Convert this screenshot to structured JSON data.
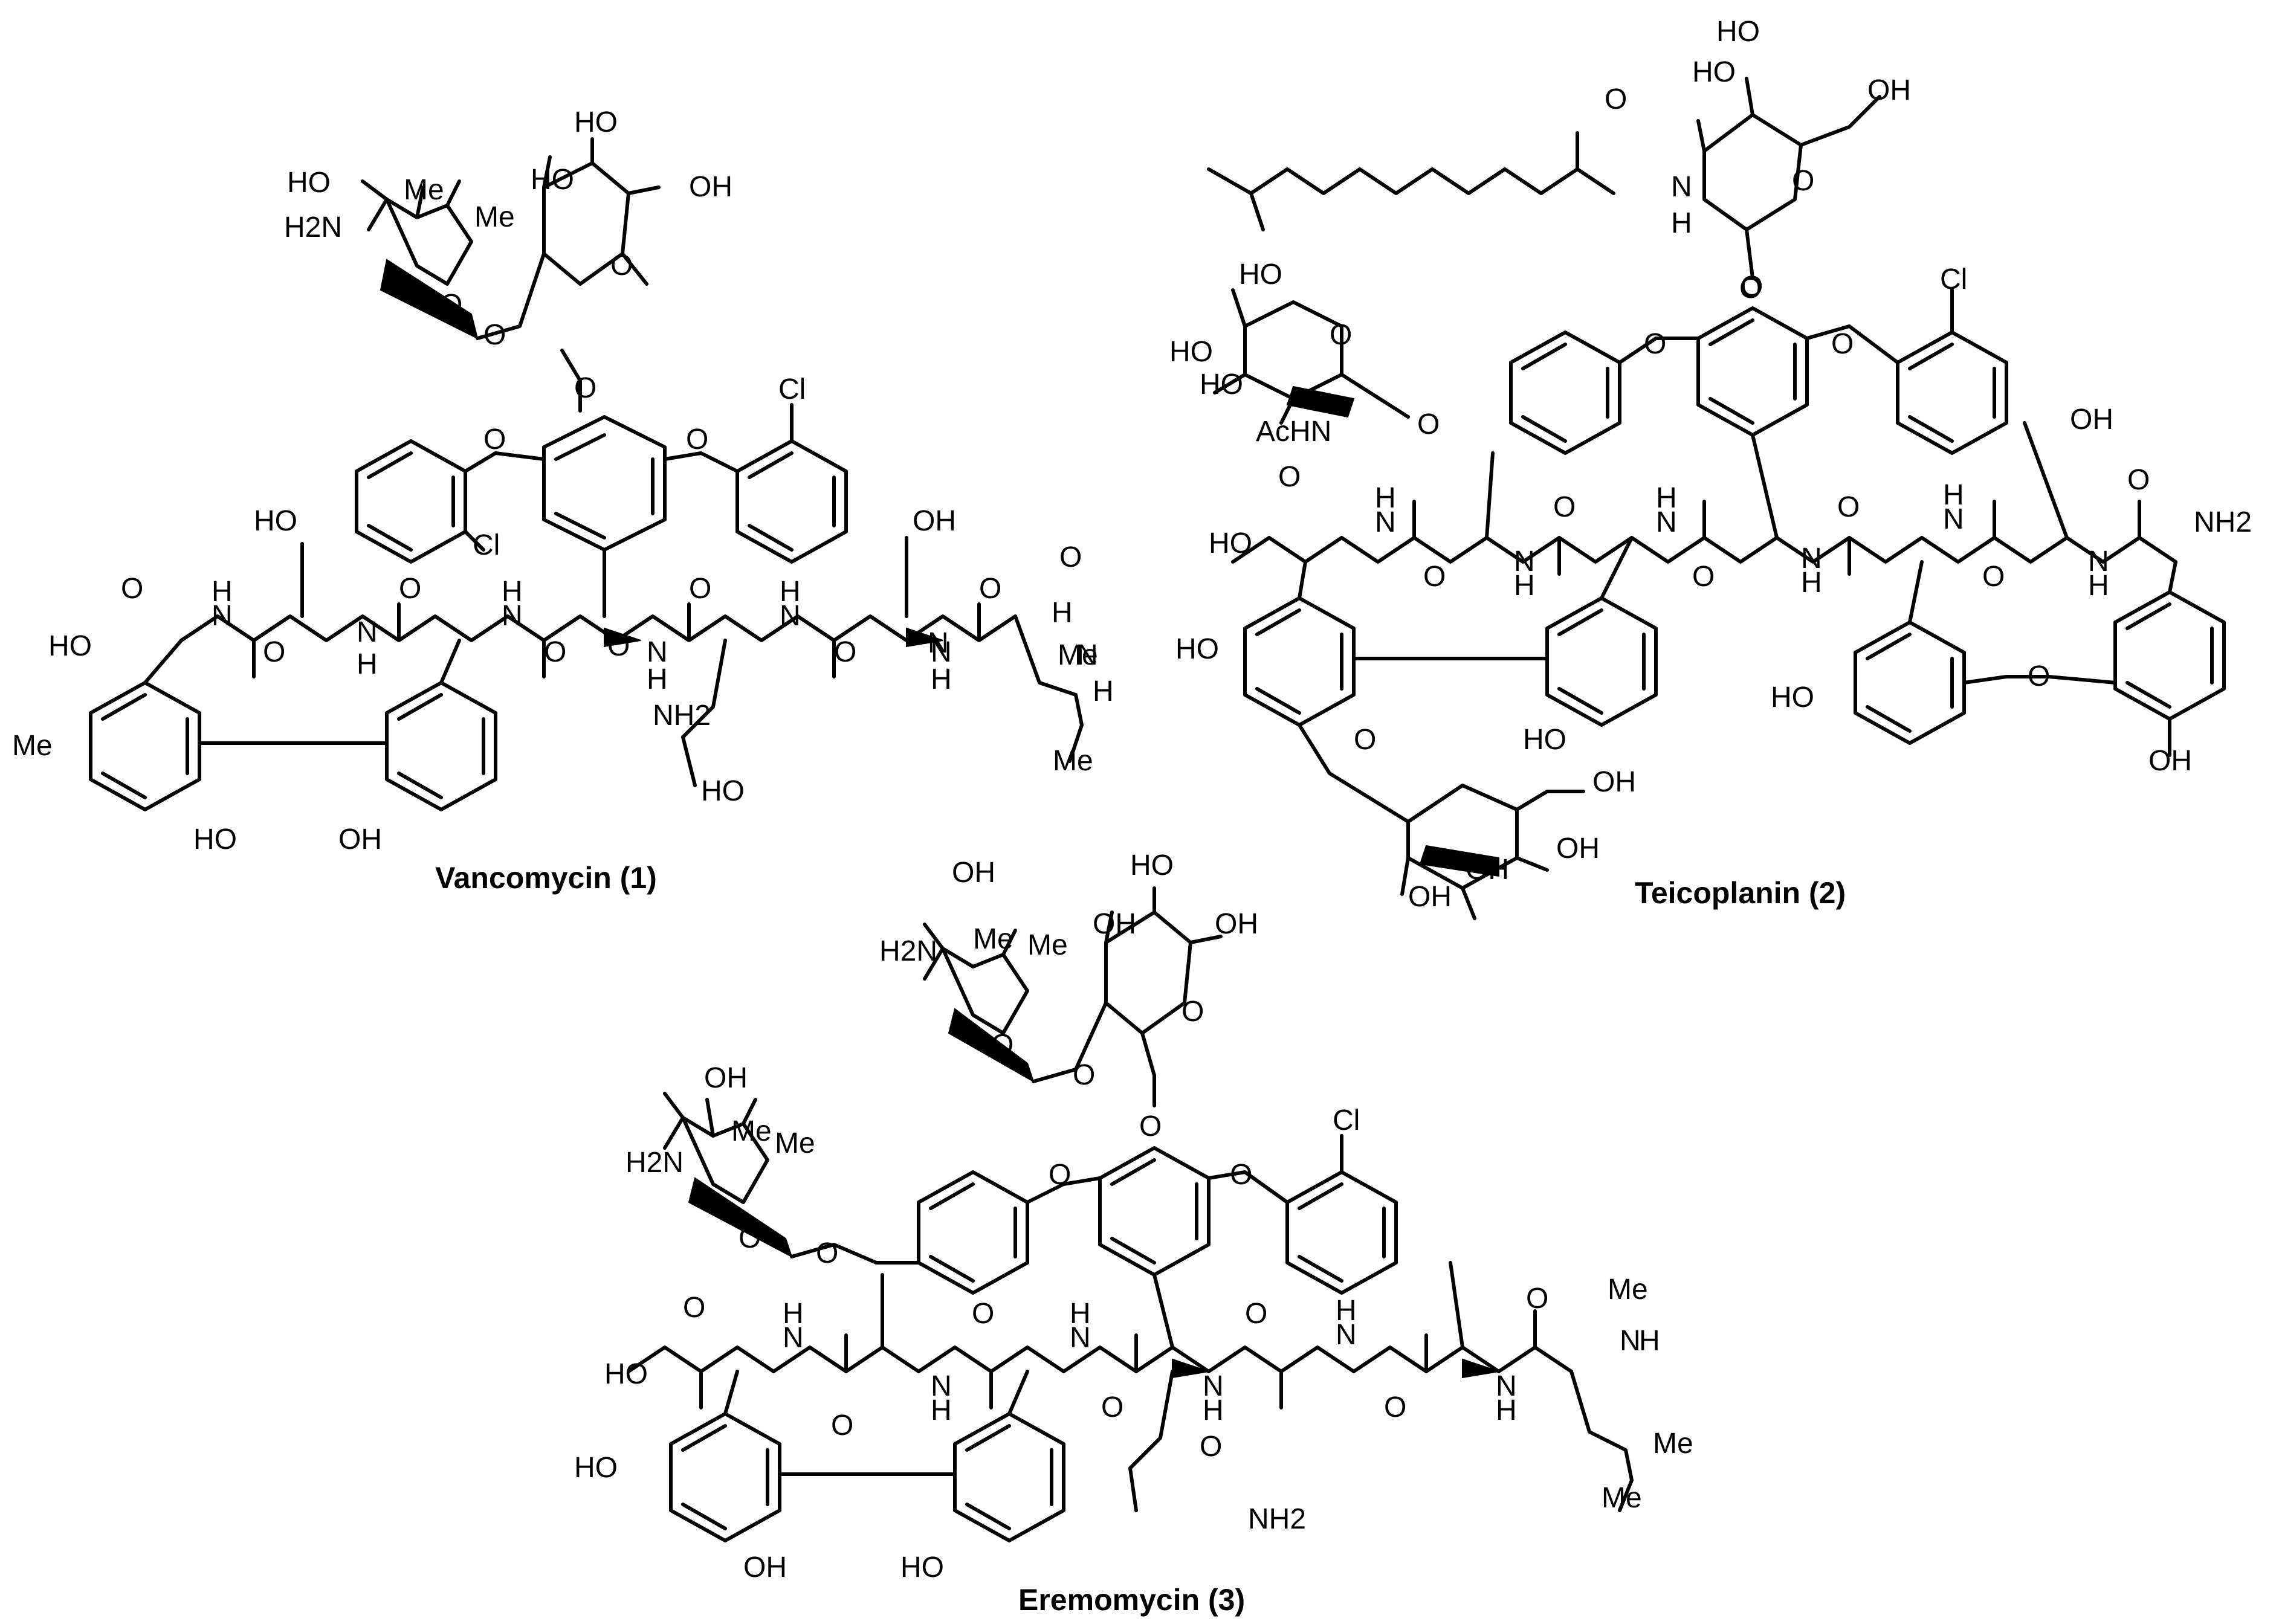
{
  "compounds": [
    {
      "title": "Vancomycin (1)",
      "atom_labels": [
        "HO",
        "Me",
        "Me",
        "H2N",
        "HO",
        "OH",
        "HO",
        "O",
        "O",
        "O",
        "O",
        "O",
        "O",
        "Cl",
        "HO",
        "OH",
        "Cl",
        "HO",
        "O",
        "N",
        "H",
        "O",
        "O",
        "N",
        "H",
        "O",
        "N",
        "H",
        "O",
        "N",
        "H",
        "O",
        "N",
        "H",
        "O",
        "N",
        "H",
        "O",
        "N",
        "H",
        "O",
        "Me",
        "N",
        "H",
        "Me",
        "Me",
        "HO",
        "OH",
        "HO",
        "NH2",
        "O"
      ]
    },
    {
      "title": "Teicoplanin (2)",
      "atom_labels": [
        "HO",
        "HO",
        "OH",
        "O",
        "O",
        "N",
        "H",
        "HO",
        "O",
        "HO",
        "HO",
        "O",
        "AcHN",
        "O",
        "O",
        "O",
        "O",
        "Cl",
        "OH",
        "O",
        "HO",
        "N",
        "H",
        "O",
        "N",
        "H",
        "O",
        "N",
        "H",
        "O",
        "N",
        "H",
        "O",
        "N",
        "H",
        "O",
        "N",
        "H",
        "O",
        "NH2",
        "HO",
        "HO",
        "HO",
        "O",
        "OH",
        "O",
        "OH",
        "OH",
        "OH",
        "OH"
      ]
    },
    {
      "title": "Eremomycin (3)",
      "atom_labels": [
        "HO",
        "OH",
        "Me",
        "Me",
        "H2N",
        "OH",
        "OH",
        "O",
        "O",
        "O",
        "OH",
        "Me",
        "Me",
        "H2N",
        "O",
        "O",
        "O",
        "O",
        "Cl",
        "O",
        "HO",
        "O",
        "N",
        "H",
        "O",
        "N",
        "H",
        "O",
        "N",
        "H",
        "O",
        "N",
        "H",
        "O",
        "N",
        "H",
        "O",
        "N",
        "H",
        "O",
        "Me",
        "N",
        "H",
        "Me",
        "Me",
        "HO",
        "OH",
        "HO",
        "NH2",
        "O"
      ]
    }
  ]
}
